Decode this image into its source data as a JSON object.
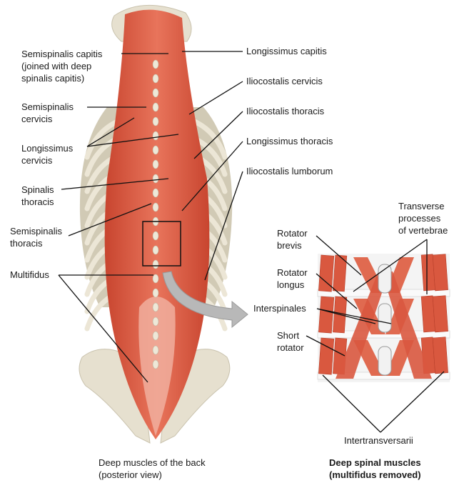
{
  "left_labels": {
    "semispinalis_capitis": [
      "Semispinalis capitis",
      "(joined with deep",
      "spinalis capitis)"
    ],
    "semispinalis_cervicis": [
      "Semispinalis",
      "cervicis"
    ],
    "longissimus_cervicis": [
      "Longissimus",
      "cervicis"
    ],
    "spinalis_thoracis": [
      "Spinalis",
      "thoracis"
    ],
    "semispinalis_thoracis": [
      "Semispinalis",
      "thoracis"
    ],
    "multifidus": "Multifidus"
  },
  "right_labels": {
    "longissimus_capitis": "Longissimus capitis",
    "iliocostalis_cervicis": "Iliocostalis cervicis",
    "iliocostalis_thoracis": "Iliocostalis thoracis",
    "longissimus_thoracis": "Longissimus thoracis",
    "iliocostalis_lumborum": "Iliocostalis lumborum"
  },
  "inset_labels": {
    "transverse_processes": [
      "Transverse",
      "processes",
      "of vertebrae"
    ],
    "rotator_brevis": [
      "Rotator",
      "brevis"
    ],
    "rotator_longus": [
      "Rotator",
      "longus"
    ],
    "interspinales": "Interspinales",
    "short_rotator": [
      "Short",
      "rotator"
    ],
    "intertransversarii": "Intertransversarii"
  },
  "captions": {
    "main": [
      "Deep muscles of the back",
      "(posterior view)"
    ],
    "inset": [
      "Deep spinal muscles",
      "(multifidus removed)"
    ]
  },
  "colors": {
    "muscle": "#d9583f",
    "muscle_light": "#ec8a72",
    "bone": "#e6e0cf",
    "bone_shade": "#c9c2ad"
  }
}
